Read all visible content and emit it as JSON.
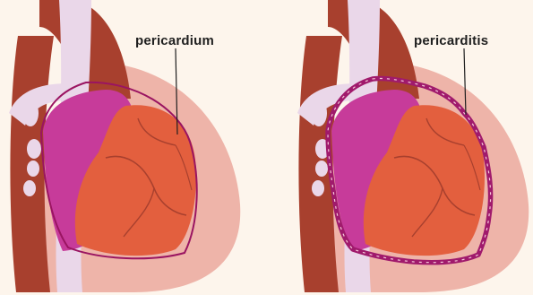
{
  "labels": {
    "left": "pericardium",
    "right": "pericarditis"
  },
  "colors": {
    "background": "#fdf5ec",
    "vessel_dark": "#a8402e",
    "vessel_pale": "#ead7e9",
    "heart_orange": "#e35f3e",
    "atrium_magenta": "#c73b9a",
    "pericardial_sac": "#eeb4a9",
    "pericardium_line": "#9a1461",
    "inflamed_border": "#a01a6c"
  },
  "icons": {
    "left": "healthy-heart-illustration",
    "right": "inflamed-heart-illustration"
  }
}
